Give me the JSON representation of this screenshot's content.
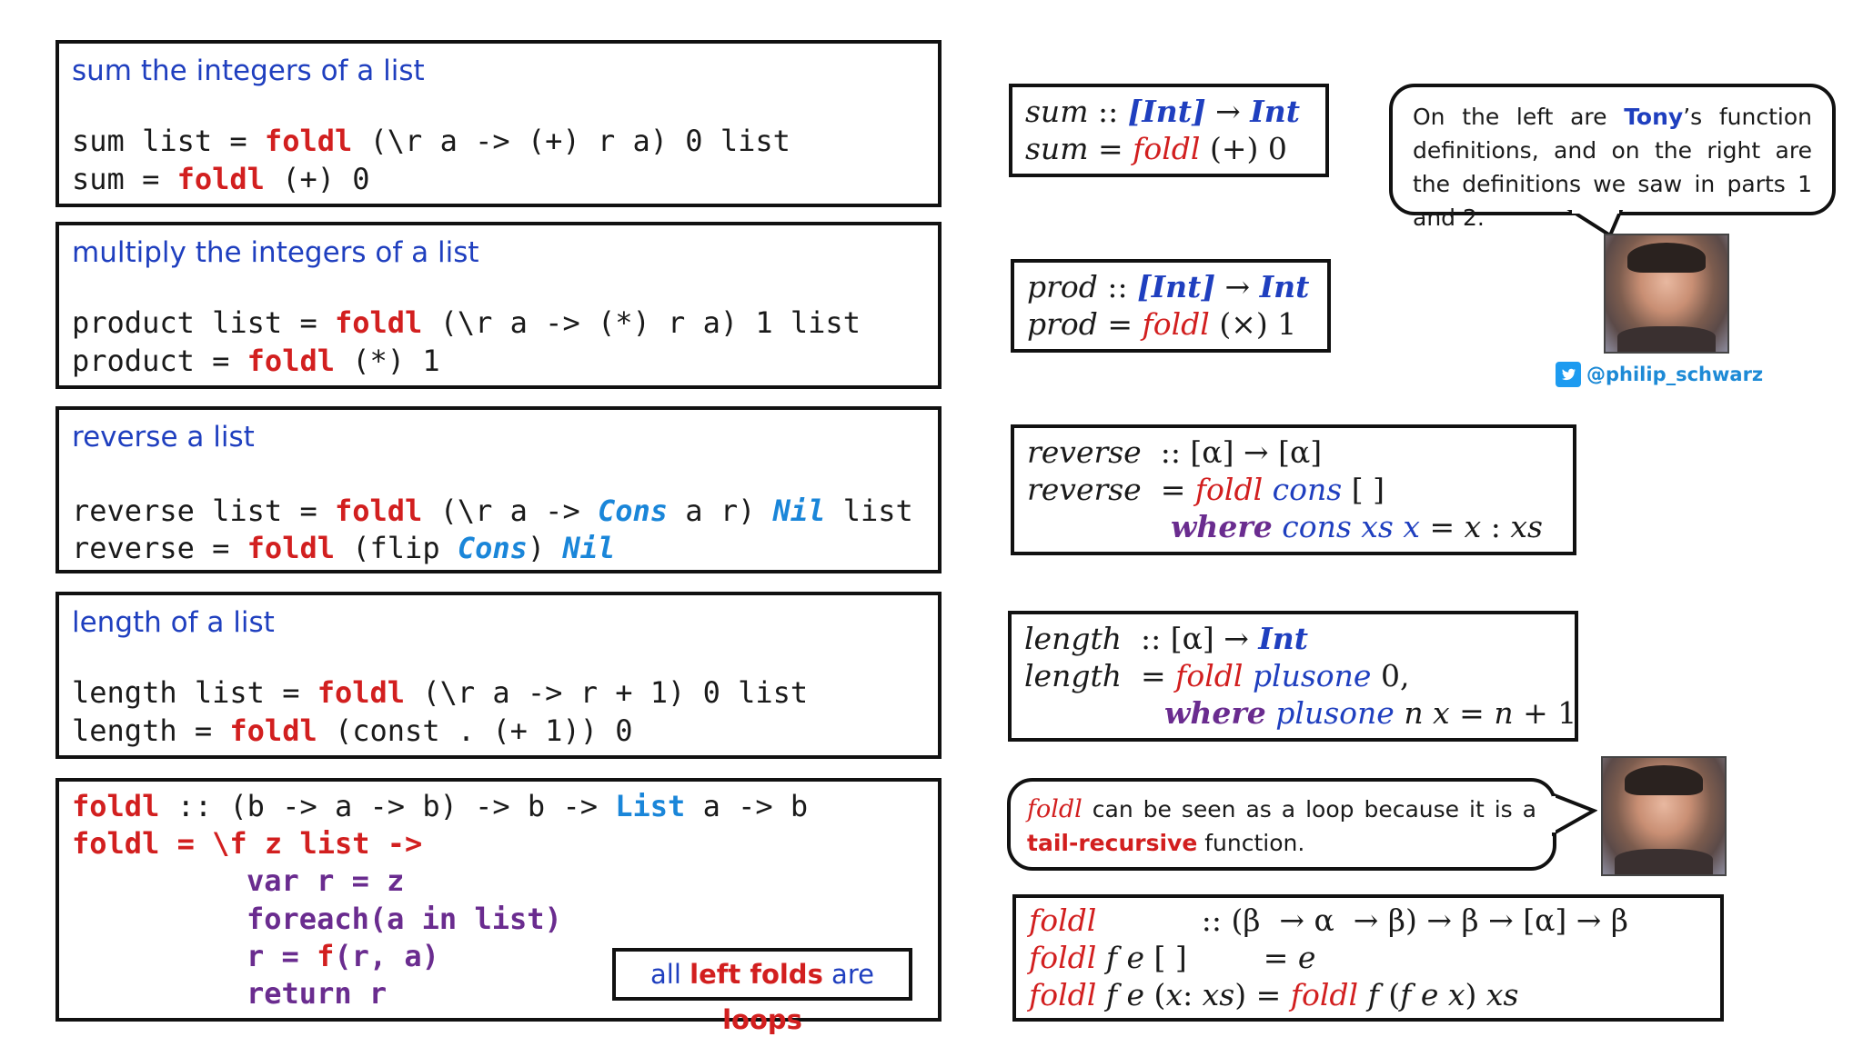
{
  "left": {
    "sum": {
      "heading": "sum the integers of a list",
      "l1": [
        " list = ",
        "foldl",
        " (\\r a -> (+) r a) 0 list"
      ],
      "l1_name": "sum",
      "l2_name": "sum",
      "l2": [
        " = ",
        "foldl",
        " (+) 0"
      ]
    },
    "product": {
      "heading": "multiply the integers of a list",
      "l1_name": "product",
      "l1": [
        " list = ",
        "foldl",
        " (\\r a -> (*) r a) 1 list"
      ],
      "l2_name": "product",
      "l2": [
        " = ",
        "foldl",
        " (*) 1"
      ]
    },
    "reverse": {
      "heading": "reverse a list",
      "l1_name": "reverse",
      "l1": [
        " list = ",
        "foldl",
        " (\\r a -> ",
        "Cons",
        " a r) ",
        "Nil",
        " list"
      ],
      "l2_name": "reverse",
      "l2": [
        " = ",
        "foldl",
        " (flip ",
        "Cons",
        ") ",
        "Nil"
      ]
    },
    "length": {
      "heading": "length of a list",
      "l1_name": "length",
      "l1": [
        " list = ",
        "foldl",
        " (\\r a -> r + 1) 0 list"
      ],
      "l2_name": "length",
      "l2": [
        " = ",
        "foldl",
        " (const . (+ 1)) 0"
      ]
    },
    "foldl_def": {
      "line1": [
        "foldl",
        " :: (b -> a -> b) -> b -> ",
        "List",
        " a -> b"
      ],
      "line2": [
        "foldl",
        " = \\f z list ->"
      ],
      "line3": "var r = z",
      "line4": "foreach(a in list)",
      "line5_r": "r = ",
      "line5_f": "f",
      "line5_rest": "(r, a)",
      "line6": "return r",
      "loops_label": [
        "all ",
        "left folds",
        " are ",
        "loops"
      ]
    }
  },
  "right": {
    "sum": {
      "l1": [
        "sum",
        " :: ",
        "[",
        "Int",
        "]",
        " → ",
        "Int"
      ],
      "l2": [
        "sum",
        " = ",
        "foldl",
        " (+) 0"
      ]
    },
    "prod": {
      "l1": [
        "prod",
        " :: ",
        "[",
        "Int",
        "]",
        " → ",
        "Int"
      ],
      "l2": [
        "prod",
        " = ",
        "foldl",
        " (×) 1"
      ]
    },
    "reverse": {
      "l1": [
        "reverse",
        "  :: [α] → [α]"
      ],
      "l2": [
        "reverse",
        "  = ",
        "foldl",
        " ",
        "cons",
        " [ ]"
      ],
      "l3": [
        "where",
        " ",
        "cons xs x",
        " = ",
        "x",
        " : ",
        "xs"
      ]
    },
    "length": {
      "l1": [
        "length",
        "  :: [α] → ",
        "Int"
      ],
      "l2": [
        "length",
        "  = ",
        "foldl",
        " ",
        "plusone",
        " 0,"
      ],
      "l3": [
        "where",
        " ",
        "plusone",
        " ",
        "n x",
        " = ",
        "n",
        " + 1"
      ]
    },
    "foldl_def": {
      "l1": [
        "foldl",
        "           :: (β  → α  → β) → β → [α] → β"
      ],
      "l2": [
        "foldl",
        " ",
        "f e",
        " [ ]",
        "        = ",
        "e"
      ],
      "l3": [
        "foldl",
        " ",
        "f e",
        " (",
        "x",
        ": ",
        "xs",
        ") = ",
        "foldl",
        " ",
        "f",
        " (",
        "f e x",
        ") ",
        "xs"
      ]
    }
  },
  "bubble_top": {
    "text_a": "On the left are ",
    "name": "Tony",
    "text_b": "’s function definitions, and on the right are the definitions we saw in parts 1 and 2."
  },
  "bubble_bottom": {
    "foldl": "foldl",
    "text_a": " can be seen as a loop because it is a ",
    "tail": "tail-recursive",
    "text_b": " function."
  },
  "twitter_handle": "@philip_schwarz",
  "colors": {
    "red": "#d21f1f",
    "blue": "#1f3fbf",
    "cyan": "#1a86d9",
    "purple": "#6a2c8f"
  }
}
